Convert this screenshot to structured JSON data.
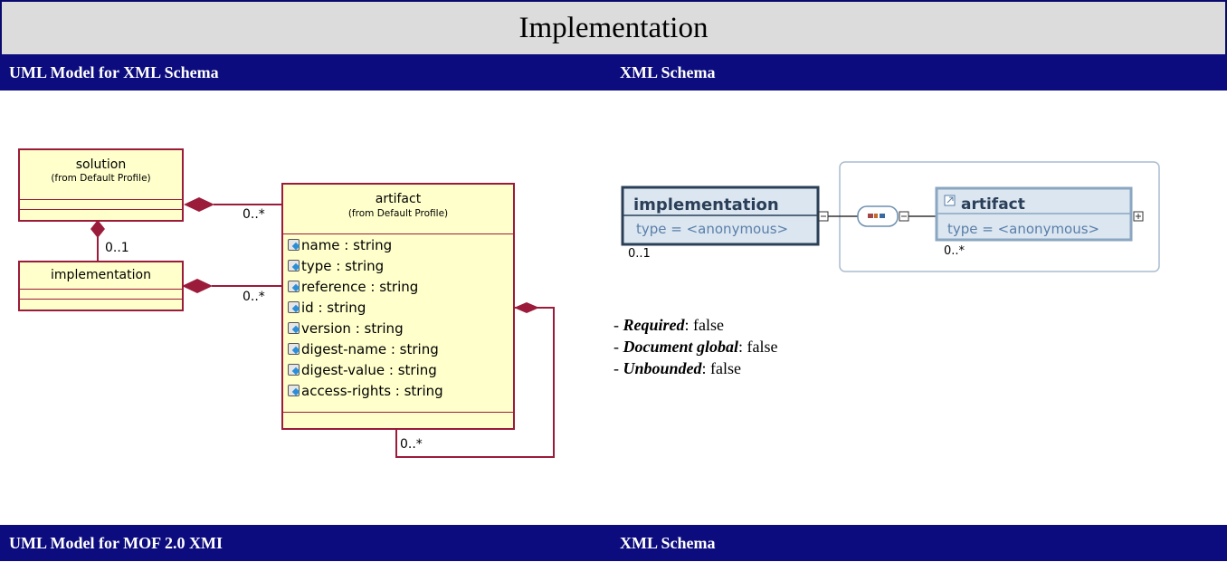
{
  "header": {
    "title": "Implementation"
  },
  "section1": {
    "left_heading": "UML Model for XML Schema",
    "right_heading": "XML Schema"
  },
  "section2": {
    "left_heading": "UML Model for MOF 2.0 XMI",
    "right_heading": "XML Schema"
  },
  "uml": {
    "solution": {
      "name": "solution",
      "from": "(from Default Profile)"
    },
    "implementation": {
      "name": "implementation"
    },
    "artifact": {
      "name": "artifact",
      "from": "(from Default Profile)",
      "attributes": [
        "name : string",
        "type : string",
        "reference : string",
        "id : string",
        "version : string",
        "digest-name : string",
        "digest-value : string",
        "access-rights : string"
      ]
    },
    "multiplicities": {
      "solution_artifact": "0..*",
      "solution_implementation": "0..1",
      "implementation_artifact": "0..*",
      "artifact_self": "0..*"
    }
  },
  "schema": {
    "element": {
      "name": "implementation",
      "type": "type = <anonymous>",
      "occurs": "0..1"
    },
    "child": {
      "name": "artifact",
      "type": "type = <anonymous>",
      "occurs": "0..*"
    },
    "properties": [
      {
        "label": "Required",
        "value": "false"
      },
      {
        "label": "Document global",
        "value": "false"
      },
      {
        "label": "Unbounded",
        "value": "false"
      }
    ]
  },
  "colors": {
    "band": "#0c0c7e",
    "uml_border": "#9b1b3a",
    "uml_fill": "#ffffcc",
    "schema_border": "#5a7fa8"
  }
}
